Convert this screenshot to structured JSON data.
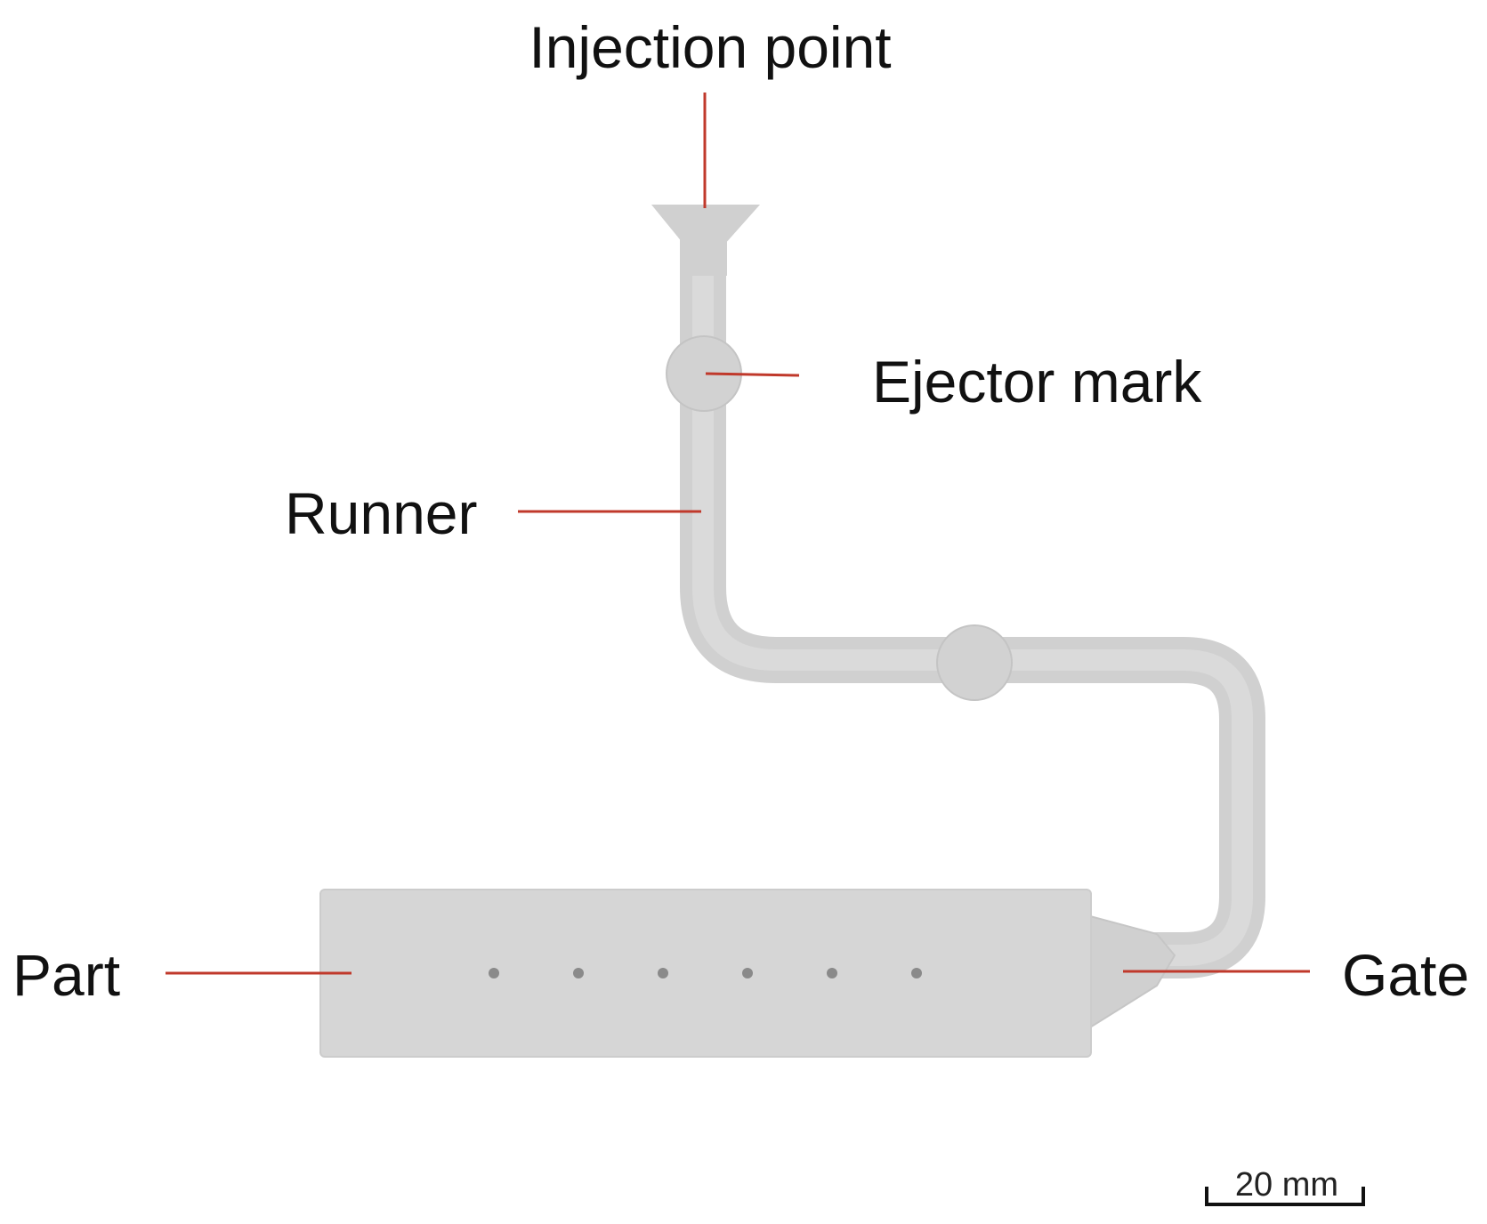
{
  "labels": {
    "injection_point": "Injection point",
    "ejector_mark": "Ejector mark",
    "runner": "Runner",
    "part": "Part",
    "gate": "Gate"
  },
  "scale_bar": {
    "label": "20 mm"
  },
  "colors": {
    "leader_line": "#c0392b",
    "mold_body": "#d4d4d4",
    "dot": "#8a8a8a",
    "text": "#111111"
  }
}
